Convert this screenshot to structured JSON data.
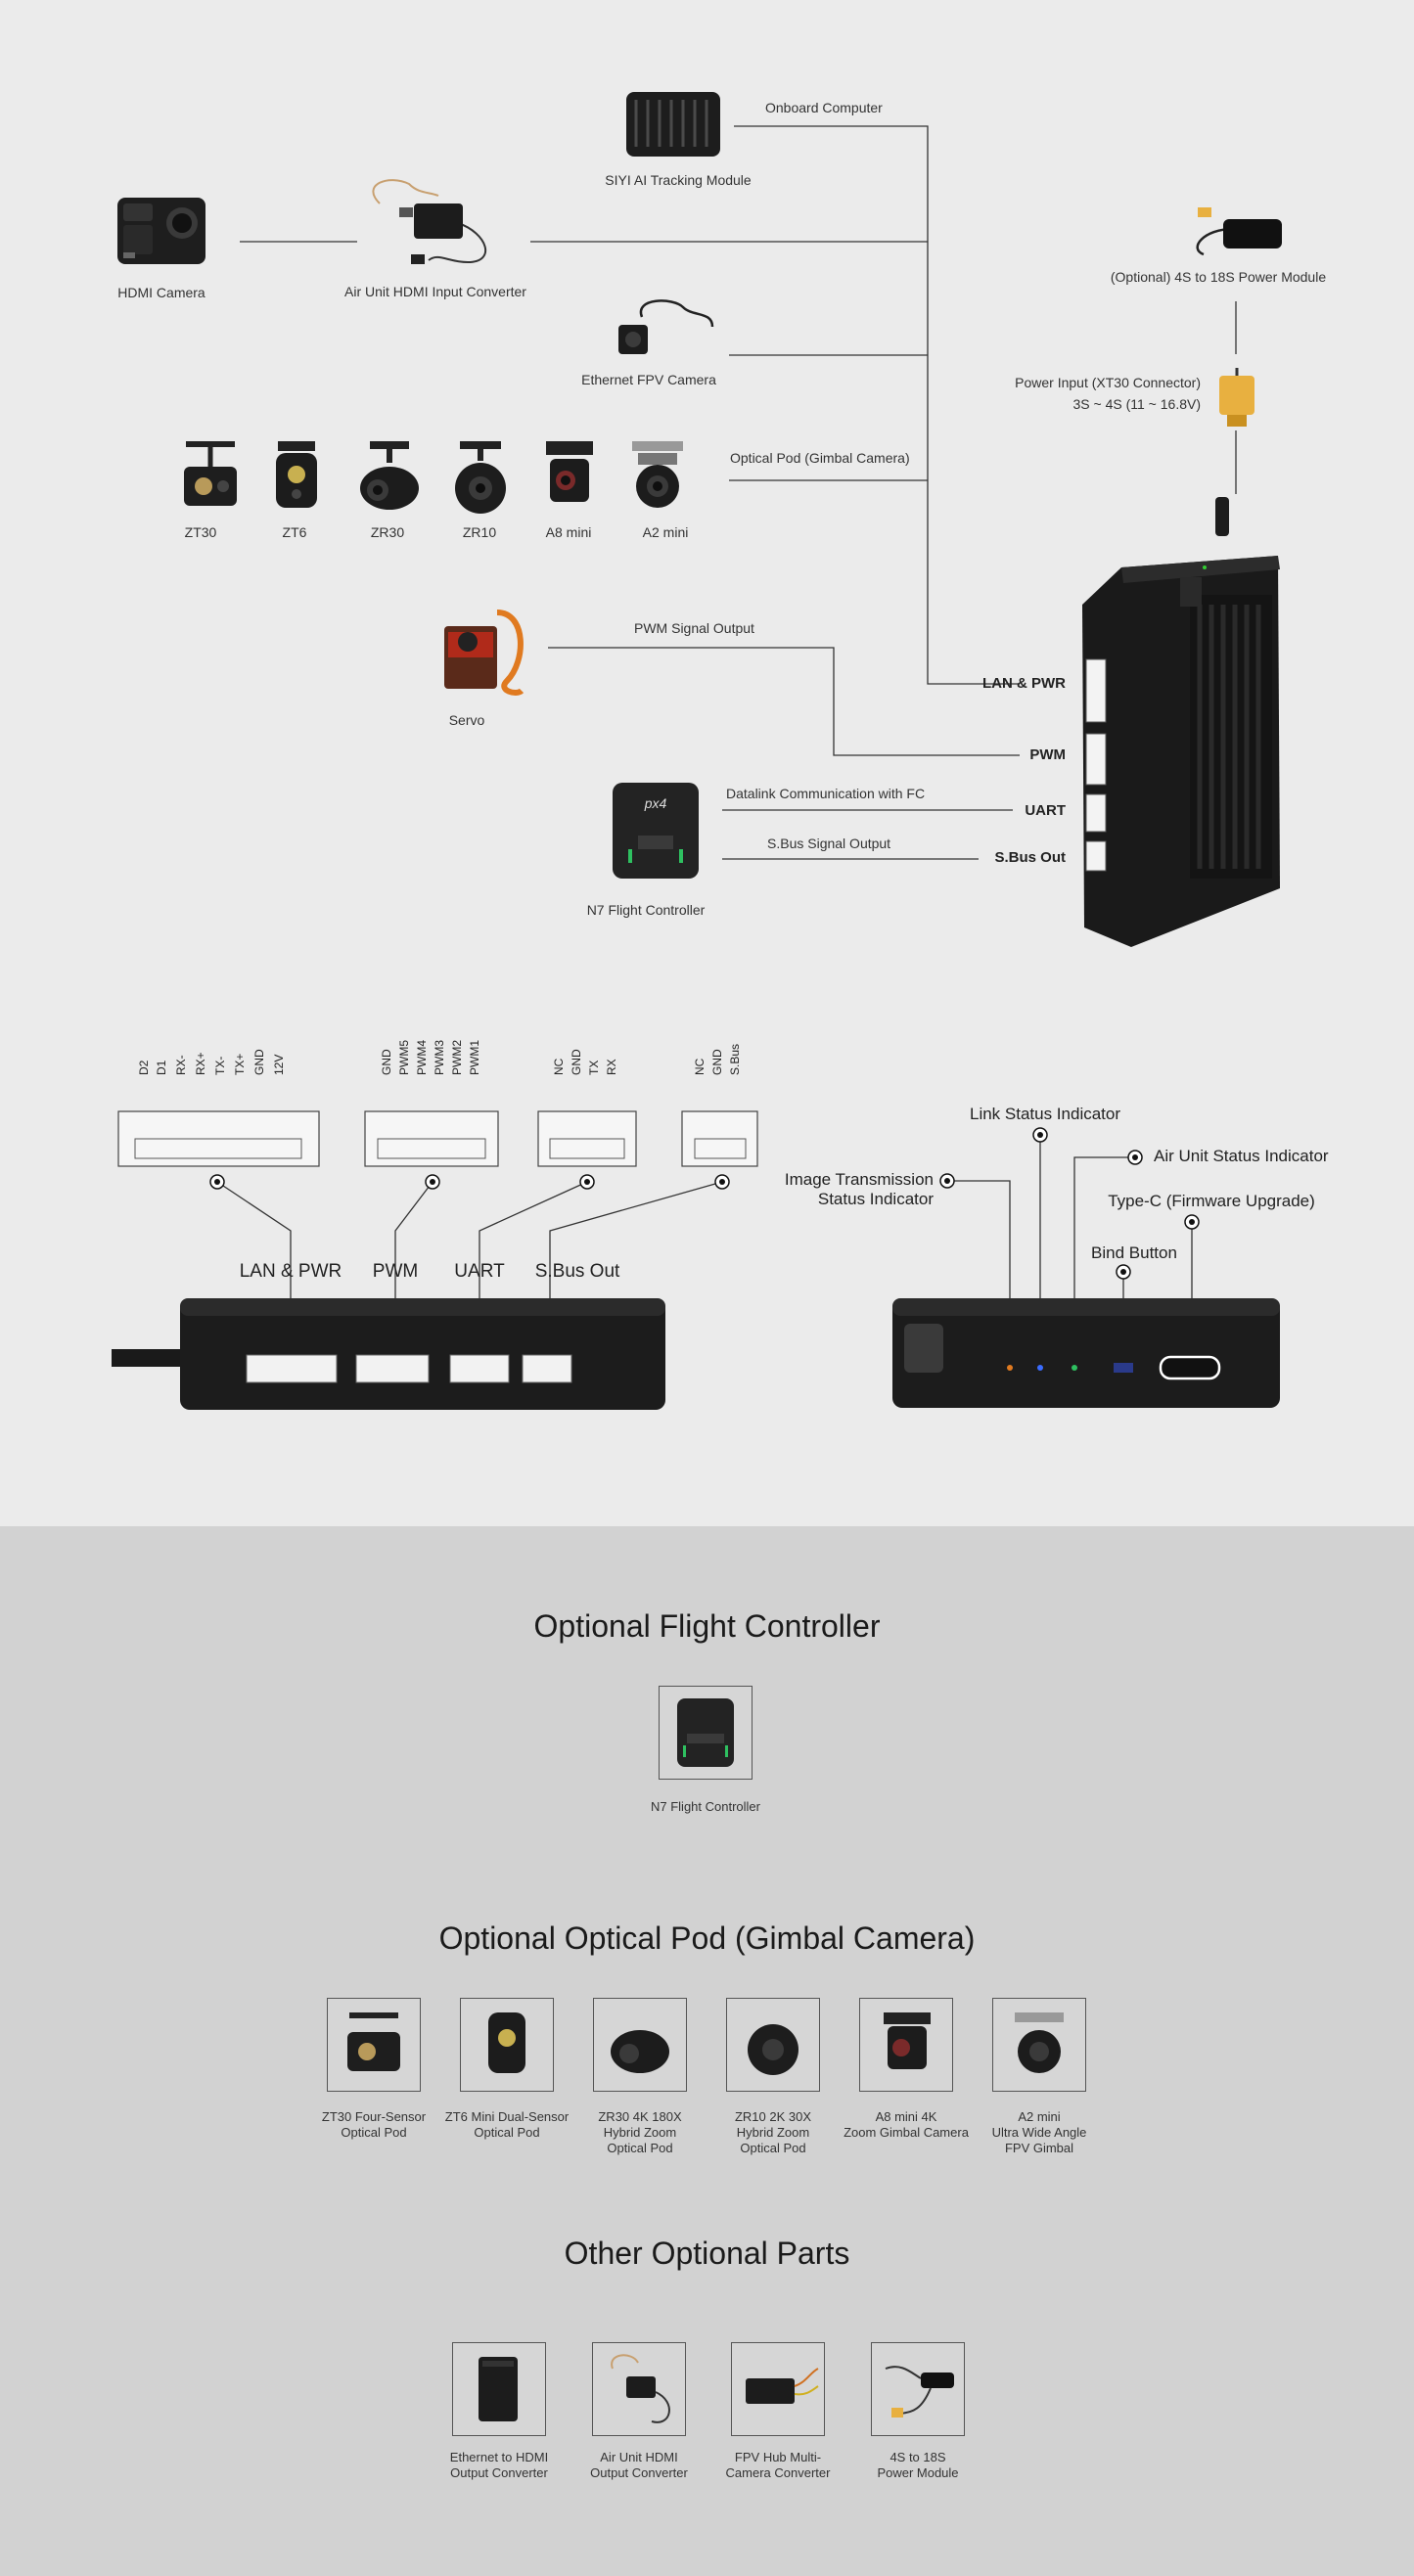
{
  "diagram": {
    "devices": {
      "hdmi_camera": "HDMI Camera",
      "air_unit_converter": "Air Unit HDMI Input Converter",
      "ai_tracking": "SIYI AI Tracking Module",
      "onboard_computer": "Onboard Computer",
      "ethernet_fpv": "Ethernet FPV Camera",
      "optical_pod": "Optical Pod (Gimbal Camera)",
      "power_module": "(Optional) 4S to 18S Power Module",
      "power_input_1": "Power Input (XT30 Connector)",
      "power_input_2": "3S ~ 4S  (11 ~ 16.8V)",
      "pwm_output": "PWM Signal Output",
      "servo": "Servo",
      "datalink": "Datalink Communication with FC",
      "sbus_output": "S.Bus Signal Output",
      "flight_controller": "N7 Flight Controller"
    },
    "pods": [
      "ZT30",
      "ZT6",
      "ZR30",
      "ZR10",
      "A8 mini",
      "A2 mini"
    ],
    "ports": {
      "lan": "LAN & PWR",
      "pwm": "PWM",
      "uart": "UART",
      "sbus": "S.Bus Out"
    },
    "pinouts": {
      "lan": [
        "D2",
        "D1",
        "RX-",
        "RX+",
        "TX-",
        "TX+",
        "GND",
        "12V"
      ],
      "pwm": [
        "GND",
        "PWM5",
        "PWM4",
        "PWM3",
        "PWM2",
        "PWM1"
      ],
      "uart": [
        "NC",
        "GND",
        "TX",
        "RX"
      ],
      "sbus": [
        "NC",
        "GND",
        "S.Bus"
      ]
    },
    "indicators": {
      "image_tx_1": "Image Transmission",
      "image_tx_2": "Status Indicator",
      "link": "Link Status Indicator",
      "air_unit": "Air Unit Status Indicator",
      "typec": "Type-C (Firmware Upgrade)",
      "bind": "Bind Button"
    }
  },
  "sections": {
    "fc_title": "Optional Flight Controller",
    "fc_items": [
      "N7 Flight Controller"
    ],
    "pod_title": "Optional Optical Pod (Gimbal Camera)",
    "pod_items": [
      "ZT30 Four-Sensor\nOptical Pod",
      "ZT6 Mini Dual-Sensor\nOptical Pod",
      "ZR30 4K 180X\nHybrid Zoom\nOptical Pod",
      "ZR10 2K 30X\nHybrid Zoom\nOptical Pod",
      "A8 mini 4K\nZoom Gimbal Camera",
      "A2 mini\nUltra Wide Angle\nFPV Gimbal"
    ],
    "other_title": "Other Optional Parts",
    "other_items": [
      "Ethernet to HDMI\nOutput Converter",
      "Air Unit HDMI\nOutput Converter",
      "FPV Hub Multi-\nCamera Converter",
      "4S to 18S\nPower Module"
    ]
  },
  "colors": {
    "background": "#ebebeb",
    "lower_background": "#d2d2d2",
    "device": "#1f1f1f",
    "connector": "#f5f5f5",
    "power_plug": "#e8b040"
  }
}
